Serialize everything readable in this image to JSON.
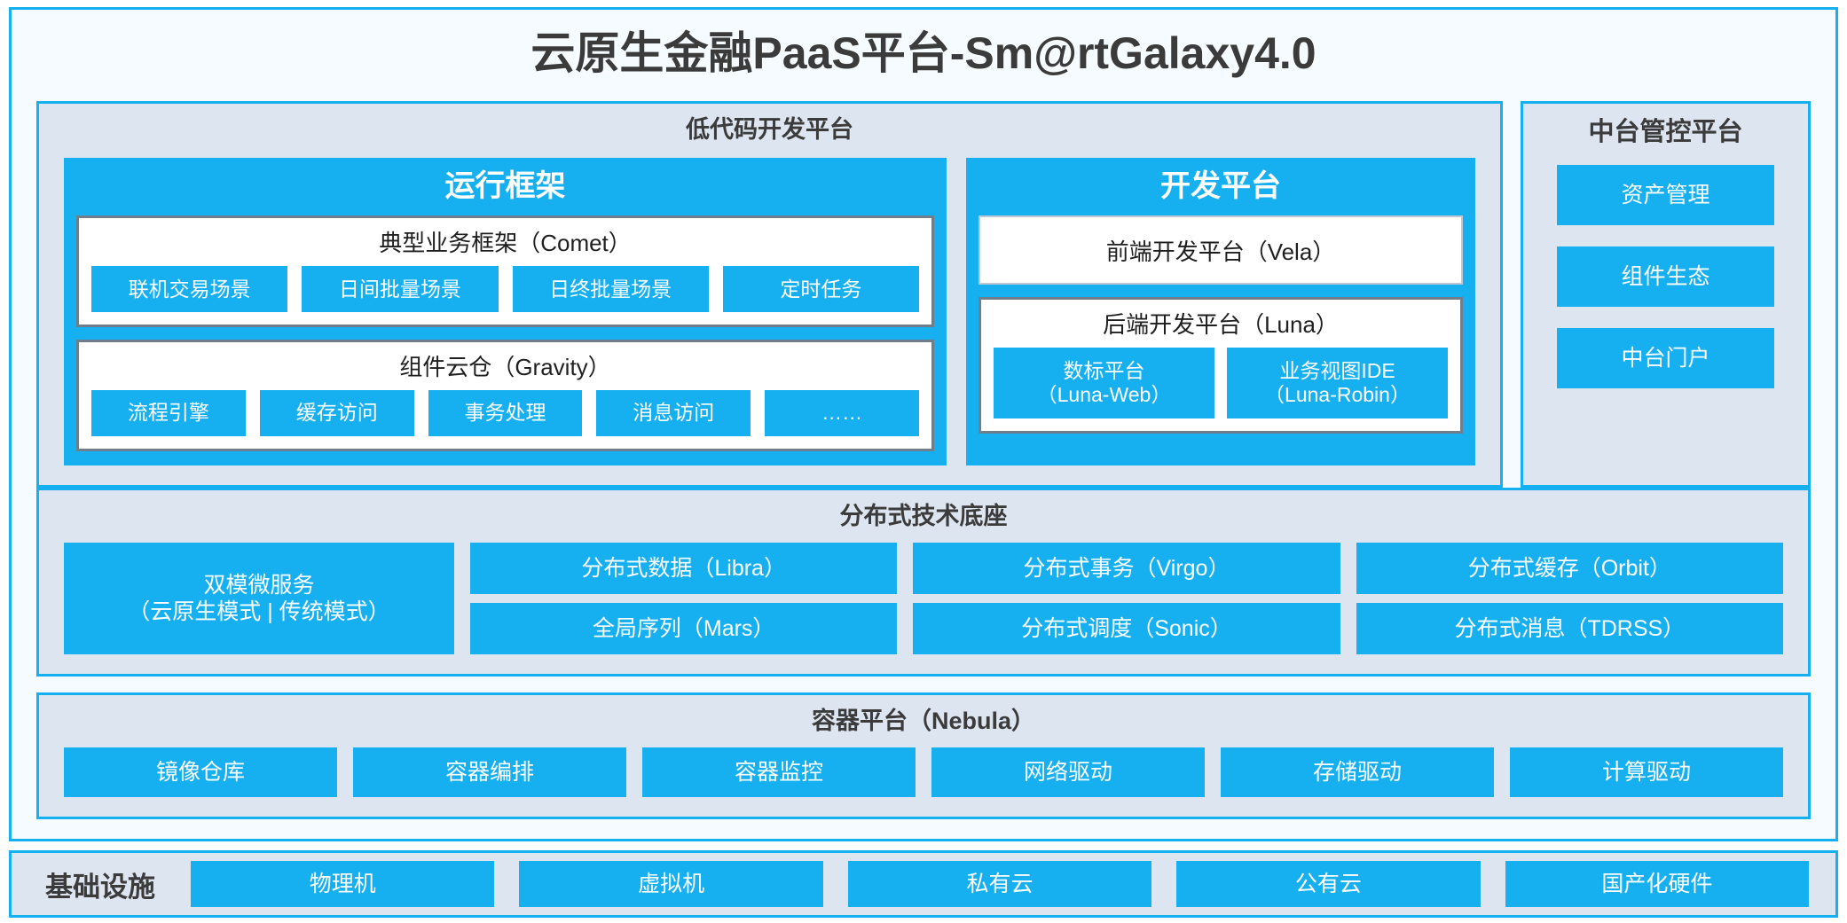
{
  "title": "云原生金融PaaS平台-Sm@rtGalaxy4.0",
  "lowcode": {
    "title": "低代码开发平台",
    "runtime": {
      "title": "运行框架",
      "comet": {
        "title": "典型业务框架（Comet）",
        "items": [
          "联机交易场景",
          "日间批量场景",
          "日终批量场景",
          "定时任务"
        ]
      },
      "gravity": {
        "title": "组件云仓（Gravity）",
        "items": [
          "流程引擎",
          "缓存访问",
          "事务处理",
          "消息访问",
          "……"
        ]
      }
    },
    "devplatform": {
      "title": "开发平台",
      "vela": "前端开发平台（Vela）",
      "luna": {
        "title": "后端开发平台（Luna）",
        "items": [
          "数标平台\n（Luna-Web）",
          "业务视图IDE\n（Luna-Robin）"
        ]
      }
    }
  },
  "control_panel": {
    "title": "中台管控平台",
    "items": [
      "资产管理",
      "组件生态",
      "中台门户"
    ]
  },
  "techbase": {
    "title": "分布式技术底座",
    "wide": "双模微服务\n（云原生模式 | 传统模式）",
    "columns": [
      [
        "分布式数据（Libra）",
        "全局序列（Mars）"
      ],
      [
        "分布式事务（Virgo）",
        "分布式调度（Sonic）"
      ],
      [
        "分布式缓存（Orbit）",
        "分布式消息（TDRSS）"
      ]
    ]
  },
  "container_platform": {
    "title": "容器平台（Nebula）",
    "items": [
      "镜像仓库",
      "容器编排",
      "容器监控",
      "网络驱动",
      "存储驱动",
      "计算驱动"
    ]
  },
  "infrastructure": {
    "label": "基础设施",
    "items": [
      "物理机",
      "虚拟机",
      "私有云",
      "公有云",
      "国产化硬件"
    ]
  },
  "colors": {
    "accent": "#16B0F0",
    "panel_bg": "#DDE5F0",
    "frame_bg": "#F5FBFE",
    "card_border": "#707E8C",
    "text_dark": "#3B3B3B"
  }
}
